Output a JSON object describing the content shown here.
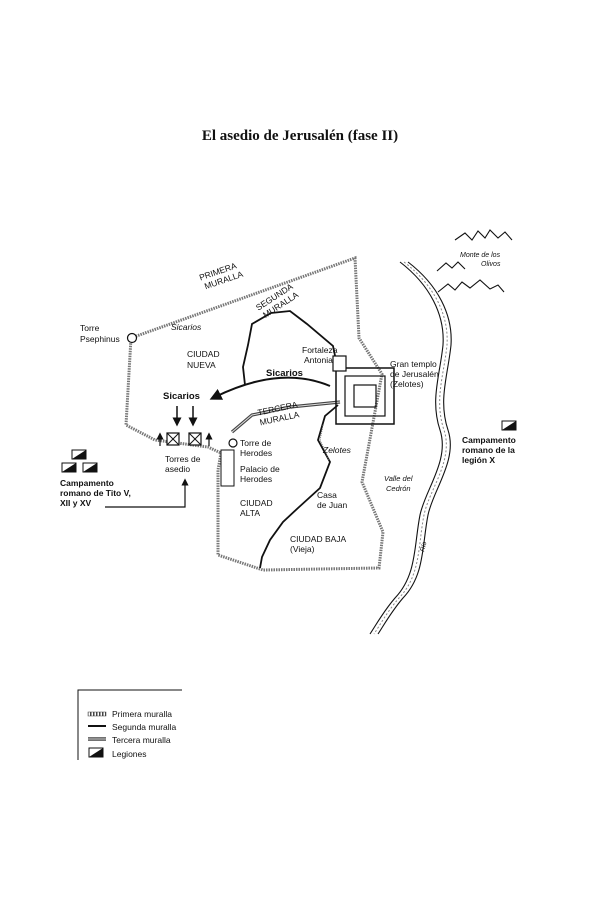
{
  "title": "El asedio de Jerusalén (fase II)",
  "labels": {
    "primera_muralla": [
      "PRIMERA",
      "MURALLA"
    ],
    "segunda_muralla": [
      "SEGUNDA",
      "MURALLA"
    ],
    "tercera_muralla": [
      "TERCERA",
      "MURALLA"
    ],
    "torre_psephinus": [
      "Torre",
      "Psephinus"
    ],
    "sicarios_italic": "Sicarios",
    "ciudad_nueva": [
      "CIUDAD",
      "NUEVA"
    ],
    "fortaleza_antonia": [
      "Fortaleza",
      "Antonia"
    ],
    "gran_templo": [
      "Gran templo",
      "de Jerusalén",
      "(Zelotes)"
    ],
    "sicarios_arrow": "Sicarios",
    "sicarios_left": "Sicarios",
    "torre_herodes": [
      "Torre de",
      "Herodes"
    ],
    "torres_asedio": [
      "Torres de",
      "asedio"
    ],
    "palacio_herodes": [
      "Palacio de",
      "Herodes"
    ],
    "zelotes": "Zelotes",
    "ciudad_alta": [
      "CIUDAD",
      "ALTA"
    ],
    "casa_juan": [
      "Casa",
      "de Juan"
    ],
    "ciudad_baja": [
      "CIUDAD BAJA",
      "(Vieja)"
    ],
    "valle_cedron": [
      "Valle del",
      "Cedrón"
    ],
    "rio": "Río",
    "monte_olivos": [
      "Monte de los",
      "Olivos"
    ],
    "campamento_tito": [
      "Campamento",
      "romano de Tito V,",
      "XII y XV"
    ],
    "campamento_x": [
      "Campamento",
      "romano de la",
      "legión X"
    ]
  },
  "legend": {
    "items": [
      {
        "type": "primera",
        "label": "Primera muralla"
      },
      {
        "type": "segunda",
        "label": "Segunda muralla"
      },
      {
        "type": "tercera",
        "label": "Tercera muralla"
      },
      {
        "type": "legiones",
        "label": "Legiones"
      }
    ]
  }
}
